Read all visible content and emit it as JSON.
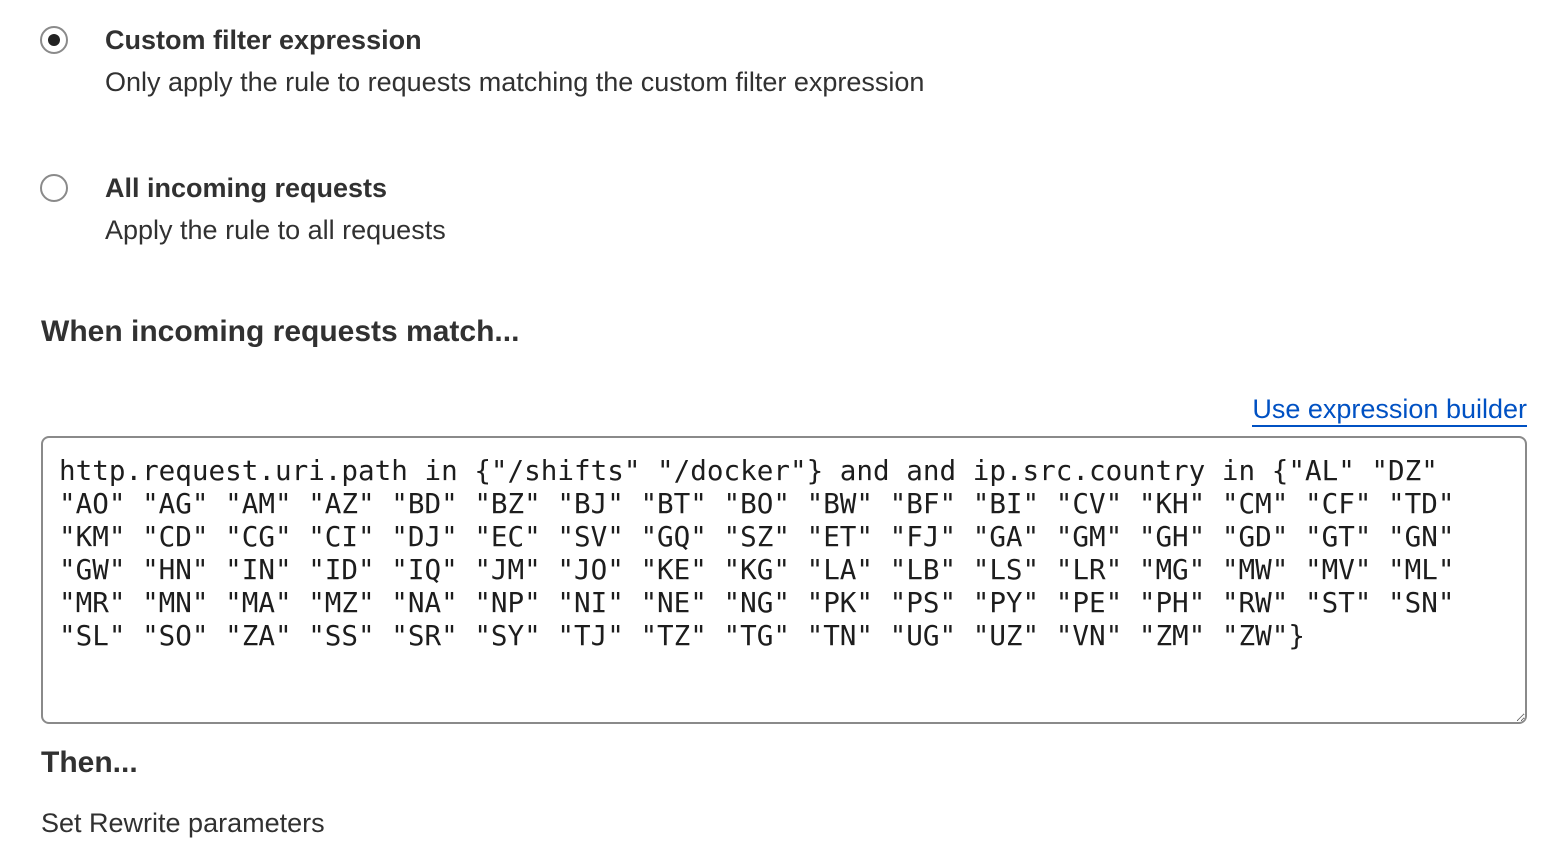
{
  "filter_options": [
    {
      "title": "Custom filter expression",
      "description": "Only apply the rule to requests matching the custom filter expression",
      "selected": true
    },
    {
      "title": "All incoming requests",
      "description": "Apply the rule to all requests",
      "selected": false
    }
  ],
  "match_heading": "When incoming requests match...",
  "expression_builder_link": "Use expression builder",
  "expression": "http.request.uri.path in {\"/shifts\" \"/docker\"} and and ip.src.country in {\"AL\" \"DZ\" \"AO\" \"AG\" \"AM\" \"AZ\" \"BD\" \"BZ\" \"BJ\" \"BT\" \"BO\" \"BW\" \"BF\" \"BI\" \"CV\" \"KH\" \"CM\" \"CF\" \"TD\" \"KM\" \"CD\" \"CG\" \"CI\" \"DJ\" \"EC\" \"SV\" \"GQ\" \"SZ\" \"ET\" \"FJ\" \"GA\" \"GM\" \"GH\" \"GD\" \"GT\" \"GN\" \"GW\" \"HN\" \"IN\" \"ID\" \"IQ\" \"JM\" \"JO\" \"KE\" \"KG\" \"LA\" \"LB\" \"LS\" \"LR\" \"MG\" \"MW\" \"MV\" \"ML\" \"MR\" \"MN\" \"MA\" \"MZ\" \"NA\" \"NP\" \"NI\" \"NE\" \"NG\" \"PK\" \"PS\" \"PY\" \"PE\" \"PH\" \"RW\" \"ST\" \"SN\" \"SL\" \"SO\" \"ZA\" \"SS\" \"SR\" \"SY\" \"TJ\" \"TZ\" \"TG\" \"TN\" \"UG\" \"UZ\" \"VN\" \"ZM\" \"ZW\"}",
  "then_heading": "Then...",
  "action_label": "Set Rewrite parameters"
}
